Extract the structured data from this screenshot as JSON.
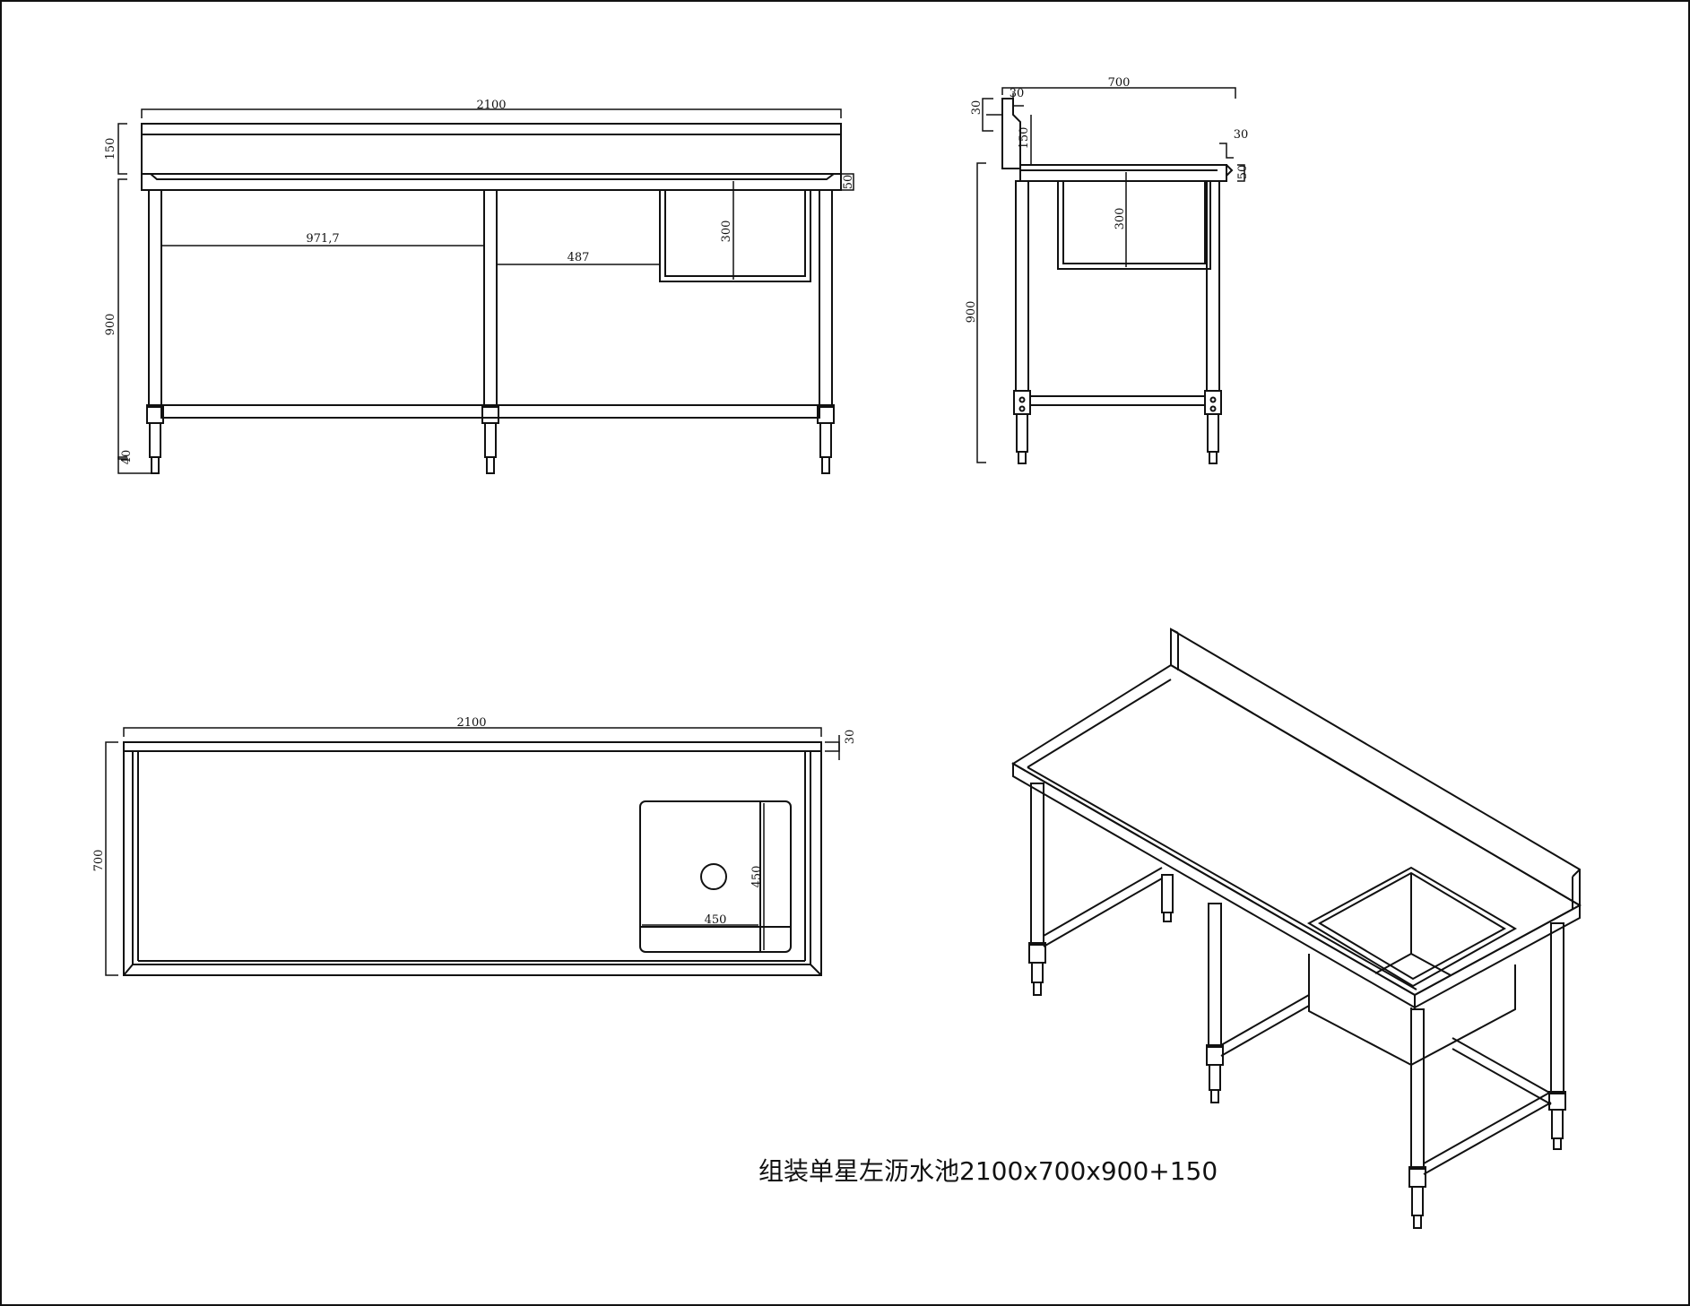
{
  "title": "组装单星左沥水池2100x700x900+150",
  "front_view": {
    "length": "2100",
    "backsplash_height": "150",
    "leg_height": "900",
    "foot_height": "40",
    "top_edge": "50",
    "shelf_span": "971,7",
    "sink_offset": "487",
    "bowl_depth": "300"
  },
  "side_view": {
    "depth": "700",
    "splash_top": "30",
    "splash_lip": "30",
    "splash_height": "150",
    "front_lip": "30",
    "front_edge": "50",
    "bowl_depth": "300",
    "leg_height": "900"
  },
  "plan_view": {
    "length": "2100",
    "depth": "700",
    "rim": "30",
    "bowl_width": "450",
    "bowl_length": "450"
  }
}
